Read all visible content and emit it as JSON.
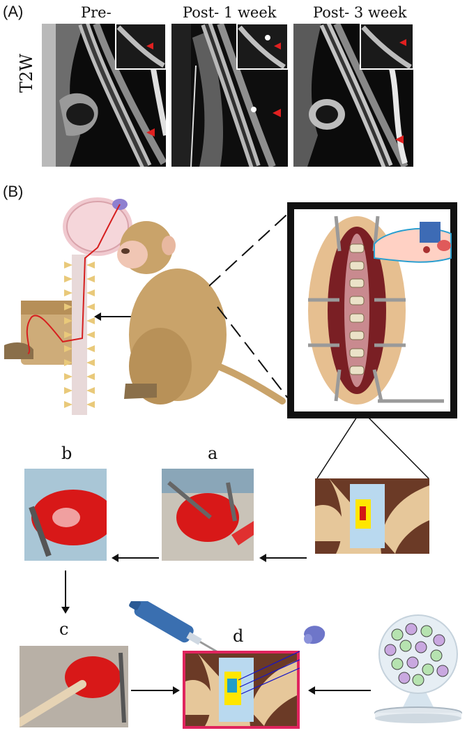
{
  "panel_a": {
    "label": "(A)",
    "sequence_label": "T2W",
    "columns": [
      {
        "title": "Pre-"
      },
      {
        "title": "Post- 1 week"
      },
      {
        "title": "Post- 3 week"
      }
    ]
  },
  "panel_b": {
    "label": "(B)",
    "steps": {
      "a": "a",
      "b": "b",
      "c": "c",
      "d": "d"
    }
  },
  "colors": {
    "monkey": "#c9a36a",
    "marker": "#e02020",
    "frame": "#111111",
    "highlight": "#e0245e",
    "spinal_cord": "#a8d0ec",
    "lesion": "#ffe600",
    "surgery_red": "#d81818"
  }
}
